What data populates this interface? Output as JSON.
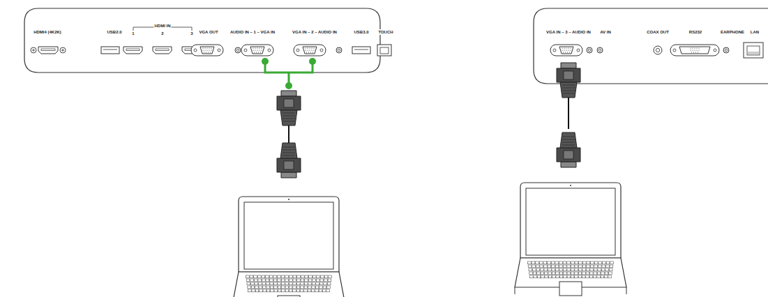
{
  "diagram": {
    "labels": [
      "HDMI4 (4K2K)",
      "USB2.0",
      "HDMI IN",
      "1",
      "2",
      "3",
      "VGA OUT",
      "AUDIO IN – 1 – VGA IN",
      "VGA IN – 2 – AUDIO IN",
      "USB3.0",
      "TOUCH",
      "VGA IN – 3 – AUDIO IN",
      "AV IN",
      "COAX OUT",
      "RS232",
      "EARPHONE",
      "LAN"
    ]
  }
}
